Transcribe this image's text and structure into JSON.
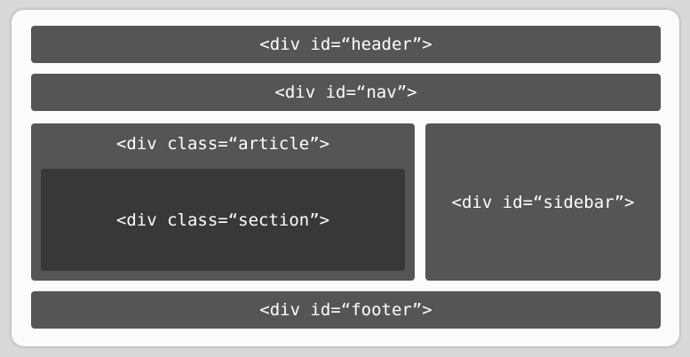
{
  "header": {
    "label": "<div id=“header”>"
  },
  "nav": {
    "label": "<div id=“nav”>"
  },
  "article": {
    "label": "<div class=“article”>",
    "section": {
      "label": "<div class=“section”>"
    }
  },
  "sidebar": {
    "label": "<div id=“sidebar”>"
  },
  "footer": {
    "label": "<div id=“footer”>"
  },
  "colors": {
    "box": "#555555",
    "section": "#383838",
    "frame": "#fbfbfb",
    "text": "#ffffff"
  }
}
